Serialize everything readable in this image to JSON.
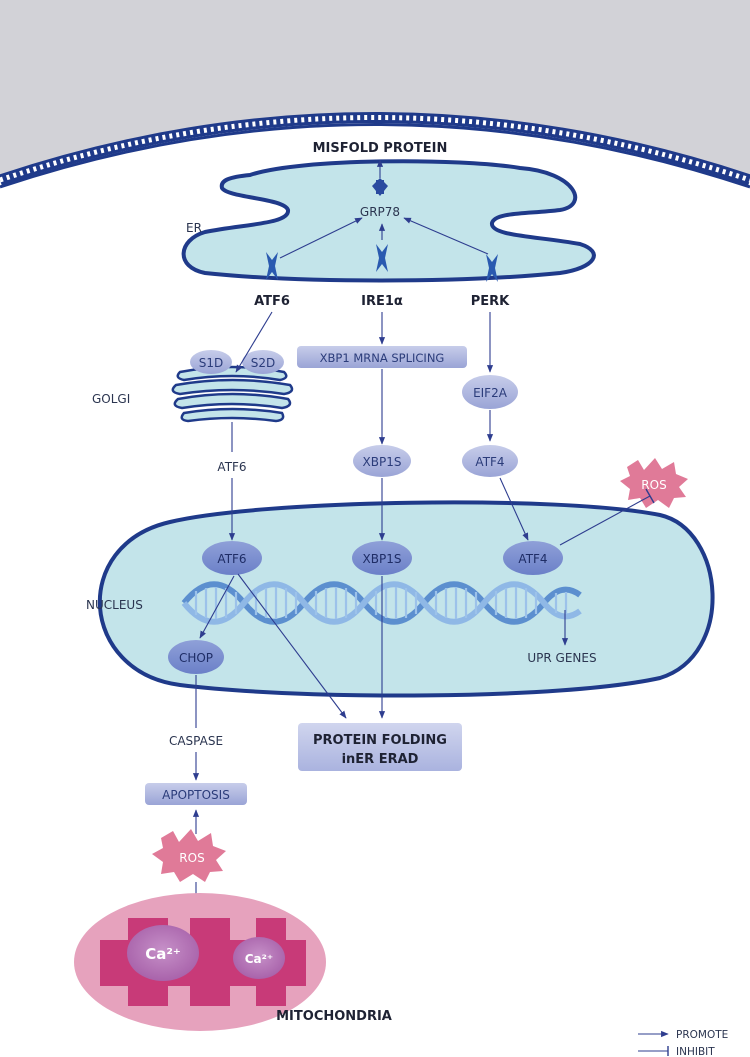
{
  "labels": {
    "misfold": "MISFOLD PROTEIN",
    "grp78": "GRP78",
    "er": "ER",
    "atf6_sensor": "ATF6",
    "ire1": "IRE1α",
    "perk": "PERK",
    "golgi": "GOLGI",
    "s1d": "S1D",
    "s2d": "S2D",
    "atf6_cyto": "ATF6",
    "xbp1_splicing": "XBP1 MRNA SPLICING",
    "xbp1s_cyto": "XBP1S",
    "eif2a": "EIF2A",
    "atf4_cyto": "ATF4",
    "ros_top": "ROS",
    "atf6_nuc": "ATF6",
    "xbp1s_nuc": "XBP1S",
    "atf4_nuc": "ATF4",
    "nucleus": "NUCLEUS",
    "chop": "CHOP",
    "upr_genes": "UPR GENES",
    "protein_folding_1": "PROTEIN FOLDING",
    "protein_folding_2": "inER ERAD",
    "caspase": "CASPASE",
    "apoptosis": "APOPTOSIS",
    "ros_bottom": "ROS",
    "ca_big": "Ca²⁺",
    "ca_small": "Ca²⁺",
    "mitochondria": "MITOCHONDRIA"
  },
  "legend": {
    "promote": "PROMOTE",
    "inhibit": "INHIBIT"
  },
  "colors": {
    "membrane": "#1f3a8a",
    "er_fill": "#c3e4ea",
    "nucleus_fill": "#c3e4ea",
    "pill_fill": "#aab2dd",
    "ros_fill": "#e07a98",
    "mito_outer": "#e6a2bd",
    "mito_inner": "#c83a78",
    "arrow": "#2e3d8f",
    "grey_bg": "#d1d1d6"
  }
}
